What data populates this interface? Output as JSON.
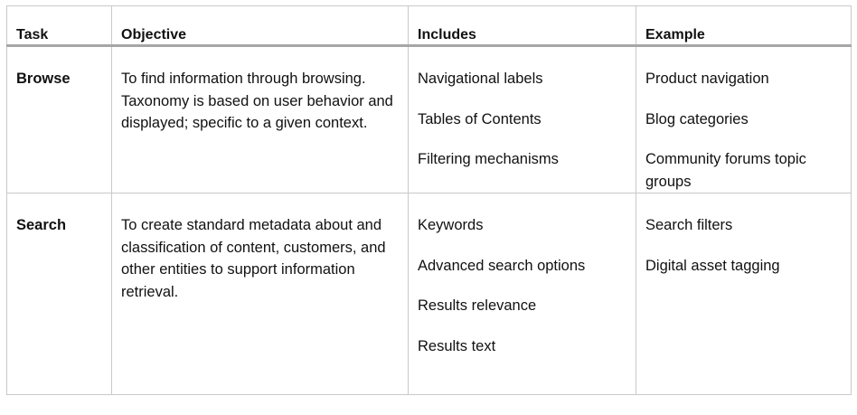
{
  "headers": {
    "task": "Task",
    "objective": "Objective",
    "includes": "Includes",
    "example": "Example"
  },
  "rows": [
    {
      "task": "Browse",
      "objective": "To find information through browsing. Taxonomy is based on user behavior and displayed; specific to a given context.",
      "includes": [
        "Navigational labels",
        "Tables of Contents",
        "Filtering mechanisms"
      ],
      "examples": [
        "Product navigation",
        "Blog categories",
        "Community forums topic groups"
      ]
    },
    {
      "task": "Search",
      "objective": "To create standard metadata about and classification of content, customers, and other entities to support information retrieval.",
      "includes": [
        "Keywords",
        "Advanced search options",
        "Results relevance",
        "Results text"
      ],
      "examples": [
        "Search filters",
        "Digital asset tagging"
      ]
    }
  ]
}
